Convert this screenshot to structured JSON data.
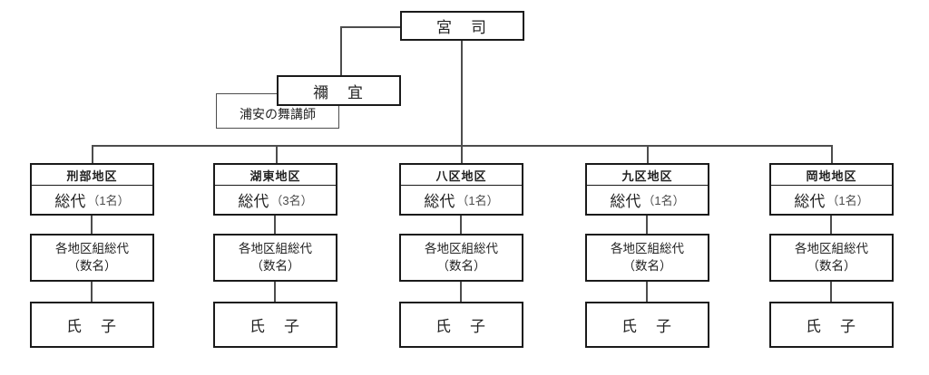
{
  "top": {
    "chief_priest": "宮　司",
    "negi": "禰　宜",
    "urayasu_instructor": "浦安の舞講師"
  },
  "columns": [
    {
      "district": "刑部地区",
      "role": "総代",
      "count": "（1名）",
      "sub_role_line1": "各地区組総代",
      "sub_role_line2": "（数名）",
      "member": "氏　子"
    },
    {
      "district": "湖東地区",
      "role": "総代",
      "count": "（3名）",
      "sub_role_line1": "各地区組総代",
      "sub_role_line2": "（数名）",
      "member": "氏　子"
    },
    {
      "district": "八区地区",
      "role": "総代",
      "count": "（1名）",
      "sub_role_line1": "各地区組総代",
      "sub_role_line2": "（数名）",
      "member": "氏　子"
    },
    {
      "district": "九区地区",
      "role": "総代",
      "count": "（1名）",
      "sub_role_line1": "各地区組総代",
      "sub_role_line2": "（数名）",
      "member": "氏　子"
    },
    {
      "district": "岡地地区",
      "role": "総代",
      "count": "（1名）",
      "sub_role_line1": "各地区組総代",
      "sub_role_line2": "（数名）",
      "member": "氏　子"
    }
  ],
  "colors": {
    "border": "#1a1a1a",
    "line": "#4d4d4d",
    "text": "#222222",
    "muted": "#4a4a4a",
    "bg": "#ffffff"
  }
}
